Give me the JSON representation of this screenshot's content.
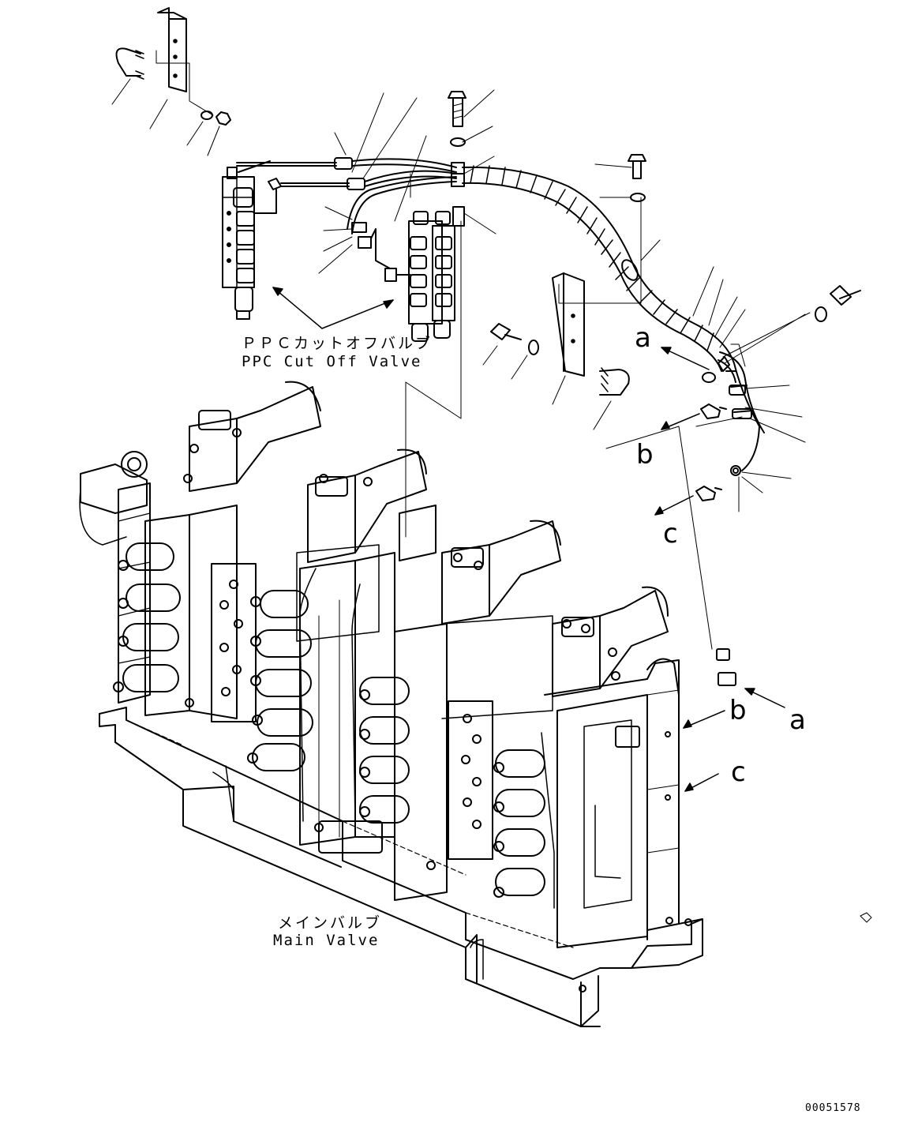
{
  "labels": {
    "ppc_cut_off_valve_ja": "ＰＰＣカットオフバルブ",
    "ppc_cut_off_valve_en": "PPC Cut Off Valve",
    "main_valve_ja": "メインバルブ",
    "main_valve_en": "Main Valve"
  },
  "view_marks": {
    "upper": [
      "a",
      "b",
      "c"
    ],
    "lower": [
      "a",
      "b",
      "c"
    ]
  },
  "drawing_number": "00051578"
}
